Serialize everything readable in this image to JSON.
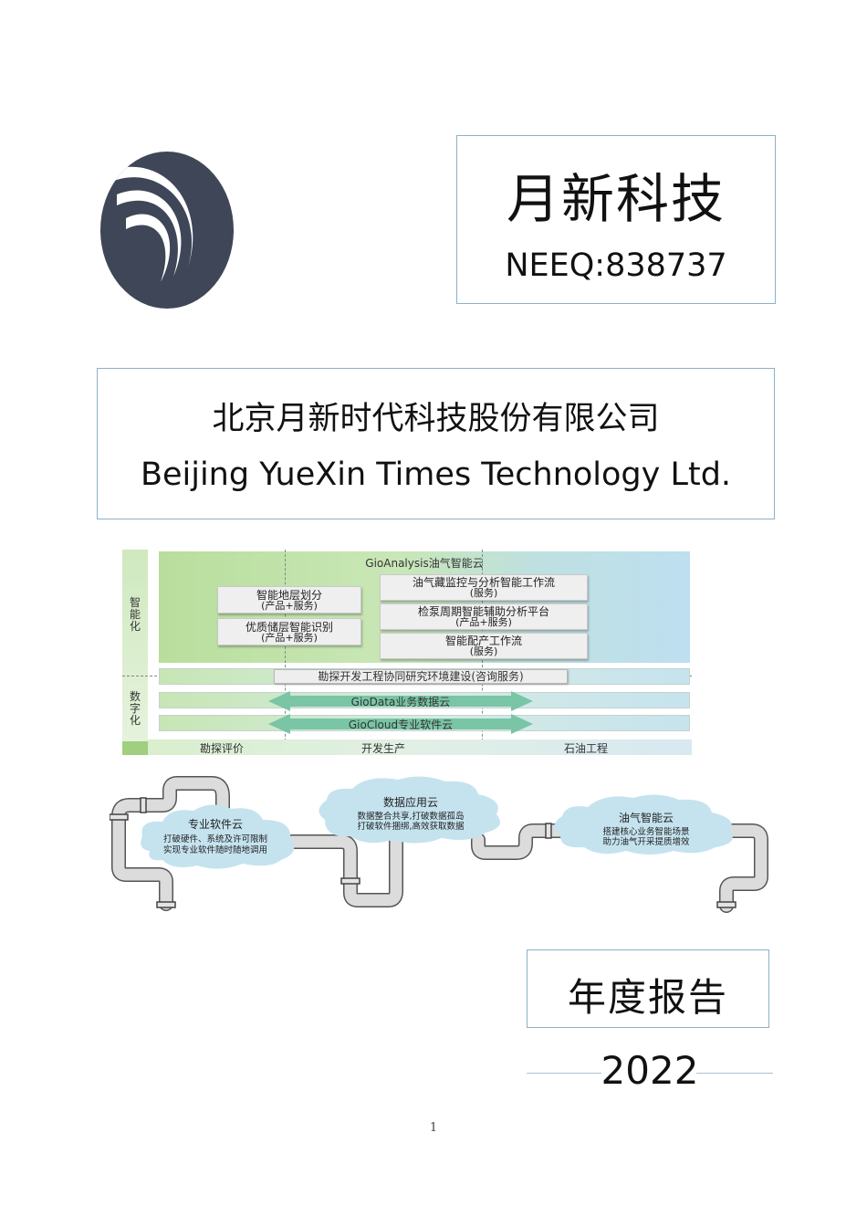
{
  "header": {
    "company_short": "月新科技",
    "stock_code": "NEEQ:838737"
  },
  "company": {
    "name_cn": "北京月新时代科技股份有限公司",
    "name_en": "Beijing YueXin Times Technology Ltd."
  },
  "diagram": {
    "top_title": "GioAnalysis油气智能云",
    "left_labels": [
      "智能化",
      "数字化"
    ],
    "left_cards": [
      {
        "line1": "智能地层划分",
        "line2": "(产品+服务)"
      },
      {
        "line1": "优质储层智能识别",
        "line2": "(产品+服务)"
      }
    ],
    "right_cards": [
      {
        "line1": "油气藏监控与分析智能工作流",
        "line2": "(服务)"
      },
      {
        "line1": "检泵周期智能辅助分析平台",
        "line2": "(产品+服务)"
      },
      {
        "line1": "智能配产工作流",
        "line2": "(服务)"
      }
    ],
    "bands": [
      "勘探开发工程协同研究环境建设(咨询服务)",
      "GioData业务数据云",
      "GioCloud专业软件云"
    ],
    "bottom_labels": [
      "勘探评价",
      "开发生产",
      "石油工程"
    ],
    "colors": {
      "green": "#b5dd97",
      "blue": "#bfdfea",
      "arrow": "#79c5a6"
    }
  },
  "pipeline": {
    "clouds": [
      {
        "title": "专业软件云",
        "desc": [
          "打破硬件、系统及许可限制",
          "实现专业软件随时随地调用"
        ]
      },
      {
        "title": "数据应用云",
        "desc": [
          "数据整合共享,打破数据孤岛",
          "打破软件捆绑,高效获取数据"
        ]
      },
      {
        "title": "油气智能云",
        "desc": [
          "搭建核心业务智能场景",
          "助力油气开采提质增效"
        ]
      }
    ],
    "colors": {
      "cloud": "#c5e3ef",
      "pipe": "#dcdcdc",
      "pipe_stroke": "#555555"
    }
  },
  "report": {
    "title": "年度报告",
    "year": "2022"
  },
  "footer": {
    "page_number": "1"
  }
}
